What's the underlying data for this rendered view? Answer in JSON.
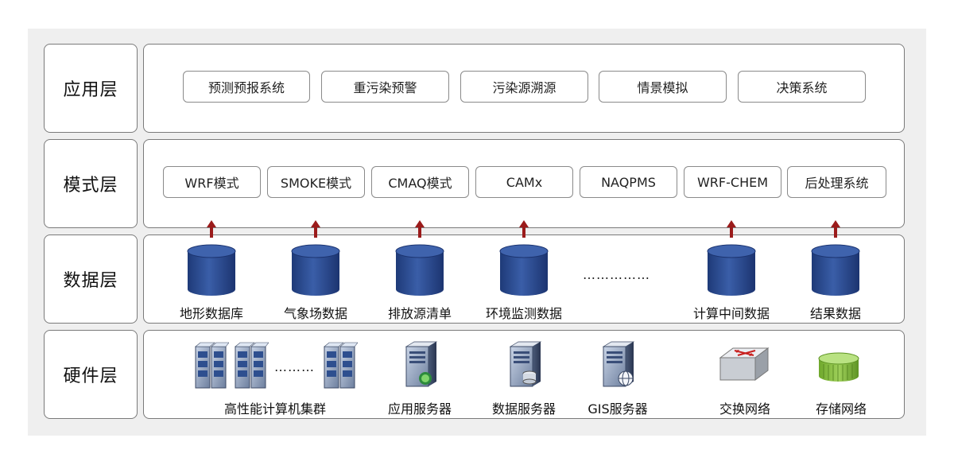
{
  "layers": [
    {
      "id": "app",
      "label": "应用层"
    },
    {
      "id": "model",
      "label": "模式层"
    },
    {
      "id": "data",
      "label": "数据层"
    },
    {
      "id": "hardware",
      "label": "硬件层"
    }
  ],
  "app_items": [
    "预测预报系统",
    "重污染预警",
    "污染源溯源",
    "情景模拟",
    "决策系统"
  ],
  "model_items": [
    "WRF模式",
    "SMOKE模式",
    "CMAQ模式",
    "CAMx",
    "NAQPMS",
    "WRF-CHEM",
    "后处理系统"
  ],
  "data_items": [
    "地形数据库",
    "气象场数据",
    "排放源清单",
    "环境监测数据",
    "计算中间数据",
    "结果数据"
  ],
  "data_ellipsis": "……………",
  "hardware_items": {
    "cluster": "高性能计算机集群",
    "cluster_ellipsis": "………",
    "app_server": "应用服务器",
    "data_server": "数据服务器",
    "gis_server": "GIS服务器",
    "switch": "交换网络",
    "storage": "存储网络"
  },
  "colors": {
    "db_blue": "#2b4a8c",
    "arrow_red": "#9b1b1b",
    "border": "#7a7a7a",
    "background": "#efefef"
  }
}
